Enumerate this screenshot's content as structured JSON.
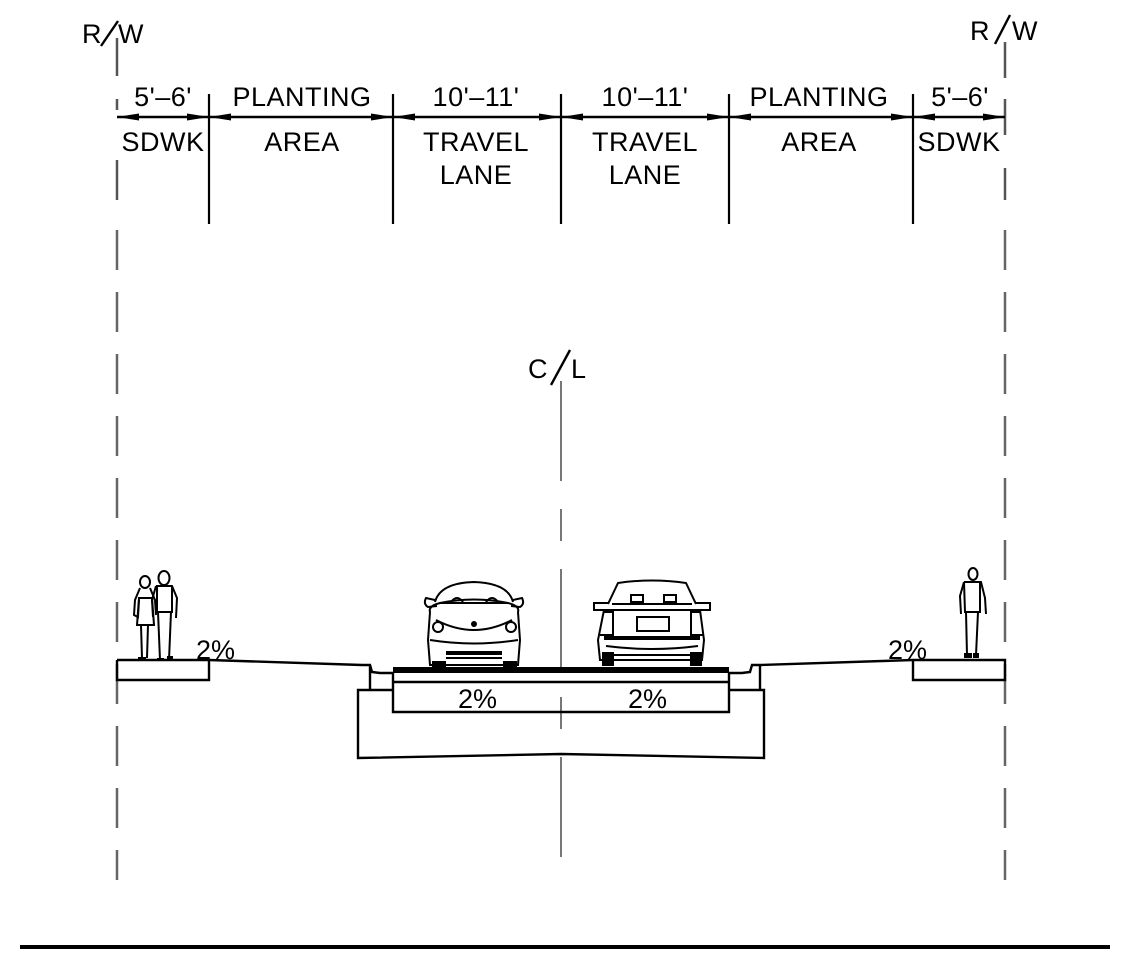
{
  "diagram": {
    "type": "street-cross-section",
    "right_of_way_label_left": "R/W",
    "right_of_way_label_right": "R/W",
    "centerline_label": "C/L",
    "segments": [
      {
        "id": "sdwk-left",
        "dimension": "5'–6'",
        "label_line1": "SDWK",
        "label_line2": ""
      },
      {
        "id": "planting-left",
        "dimension": "PLANTING",
        "label_line1": "AREA",
        "label_line2": ""
      },
      {
        "id": "travel-left",
        "dimension": "10'–11'",
        "label_line1": "TRAVEL",
        "label_line2": "LANE"
      },
      {
        "id": "travel-right",
        "dimension": "10'–11'",
        "label_line1": "TRAVEL",
        "label_line2": "LANE"
      },
      {
        "id": "planting-right",
        "dimension": "PLANTING",
        "label_line1": "AREA",
        "label_line2": ""
      },
      {
        "id": "sdwk-right",
        "dimension": "5'–6'",
        "label_line1": "SDWK",
        "label_line2": ""
      }
    ],
    "grades": {
      "left_sidewalk": "2%",
      "right_sidewalk": "2%",
      "left_lane": "2%",
      "right_lane": "2%"
    },
    "figures": {
      "left_pedestrians": "couple-walking",
      "right_pedestrian": "single-person",
      "left_vehicle": "compact-car-front-view",
      "right_vehicle": "sedan-rear-view"
    },
    "colors": {
      "ink": "#000000",
      "dashed_lines": "#666666",
      "background": "#ffffff"
    }
  }
}
